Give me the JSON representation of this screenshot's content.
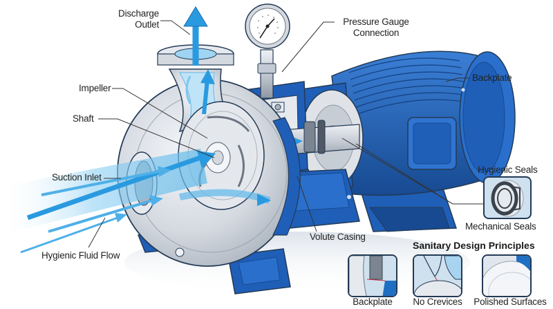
{
  "diagram": {
    "subject": "Sanitary centrifugal pump cutaway",
    "colors": {
      "motor_blue": "#1f5fb8",
      "motor_blue_dark": "#174a91",
      "steel": "#d4d9e0",
      "steel_dark": "#9aa3ae",
      "flow_blue": "#2a9ae0",
      "flow_light": "#bfe3f7",
      "outline": "#243a55"
    },
    "labels": {
      "discharge_outlet_line1": "Discharge",
      "discharge_outlet_line2": "Outlet",
      "pressure_gauge_line1": "Pressure Gauge",
      "pressure_gauge_line2": "Connection",
      "backplate": "Backplate",
      "impeller": "Impeller",
      "shaft": "Shaft",
      "suction_inlet": "Suction Inlet",
      "hygienic_fluid_flow": "Hygienic Fluid Flow",
      "volute_casing": "Volute Casing",
      "hygienic_seals": "Hygienic Seals",
      "mechanical_seals": "Mechanical Seals"
    },
    "principles": {
      "heading": "Sanitary Design Principles",
      "items": [
        {
          "label": "Backplate"
        },
        {
          "label": "No Crevices"
        },
        {
          "label": "Polished Surfaces"
        }
      ]
    }
  }
}
